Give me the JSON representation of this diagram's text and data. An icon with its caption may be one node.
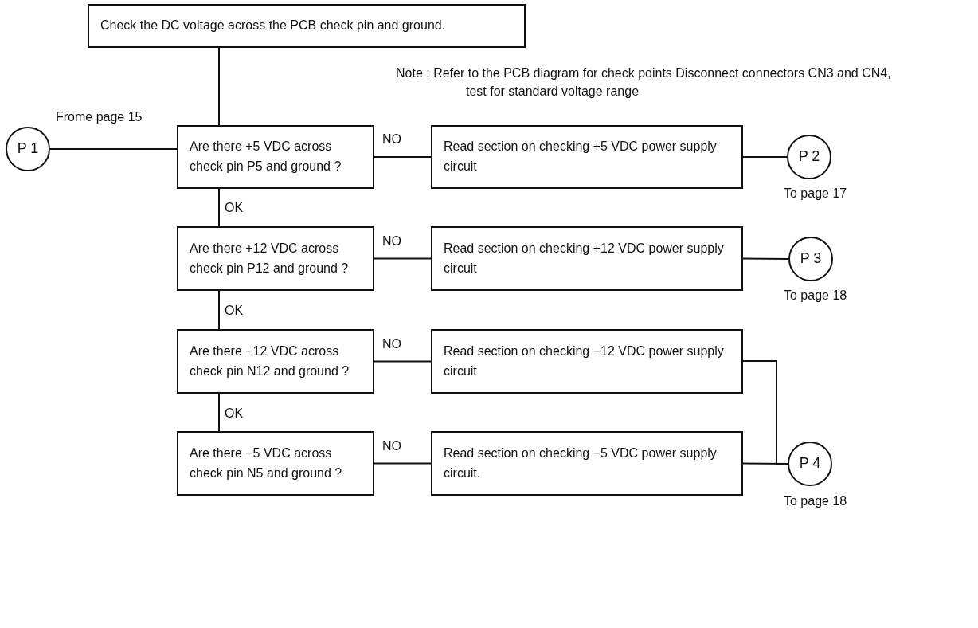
{
  "diagram": {
    "nodes": [
      {
        "text": [
          "Check the DC voltage across the PCB check pin and ground."
        ]
      },
      {
        "text": [
          "P 1"
        ],
        "beside": [
          "Frome page 15"
        ]
      },
      {
        "text": [
          "Are there +5 VDC across check pin P5 and ground ?"
        ]
      },
      {
        "text": [
          "Read section on checking +5 VDC power supply circuit"
        ]
      },
      {
        "text": [
          "P 2"
        ],
        "beside": [
          "To page 17"
        ]
      },
      {
        "text": [
          "Are there +12 VDC across check pin P12 and ground ?"
        ]
      },
      {
        "text": [
          "Read section on checking +12 VDC power supply circuit"
        ]
      },
      {
        "text": [
          "P 3"
        ],
        "beside": [
          "To page 18"
        ]
      },
      {
        "text": [
          "Are there −12 VDC across check pin N12 and ground ?"
        ]
      },
      {
        "text": [
          "Read section on checking −12 VDC power supply circuit"
        ]
      },
      {
        "text": [
          "Are there −5 VDC across check pin N5 and ground ?"
        ]
      },
      {
        "text": [
          "Read section on checking −5 VDC power supply circuit."
        ]
      },
      {
        "text": [
          "P 4"
        ],
        "beside": [
          "To page 18"
        ]
      }
    ],
    "edges": [
      {
        "from": 0,
        "to": 2,
        "arrow": "none"
      },
      {
        "from": 1,
        "to": 2,
        "arrow": "none"
      },
      {
        "from": 2,
        "to": 3,
        "arrow": "none",
        "label": "NO"
      },
      {
        "from": 3,
        "to": 4,
        "arrow": "none"
      },
      {
        "from": 2,
        "to": 5,
        "arrow": "none",
        "label": "OK"
      },
      {
        "from": 5,
        "to": 6,
        "arrow": "none",
        "label": "NO"
      },
      {
        "from": 6,
        "to": 7,
        "arrow": "none"
      },
      {
        "from": 5,
        "to": 8,
        "arrow": "none",
        "label": "OK"
      },
      {
        "from": 8,
        "to": 9,
        "arrow": "none",
        "label": "NO"
      },
      {
        "from": 8,
        "to": 10,
        "arrow": "none",
        "label": "OK"
      },
      {
        "from": 10,
        "to": 11,
        "arrow": "none",
        "label": "NO"
      },
      {
        "from": 11,
        "to": 12,
        "arrow": "none"
      },
      {
        "from": 9,
        "to": 12,
        "arrow": "none"
      }
    ],
    "labels": [
      "Note : Refer to the PCB diagram for check points Disconnect connectors CN3 and CN4, test for standard voltage range"
    ]
  }
}
